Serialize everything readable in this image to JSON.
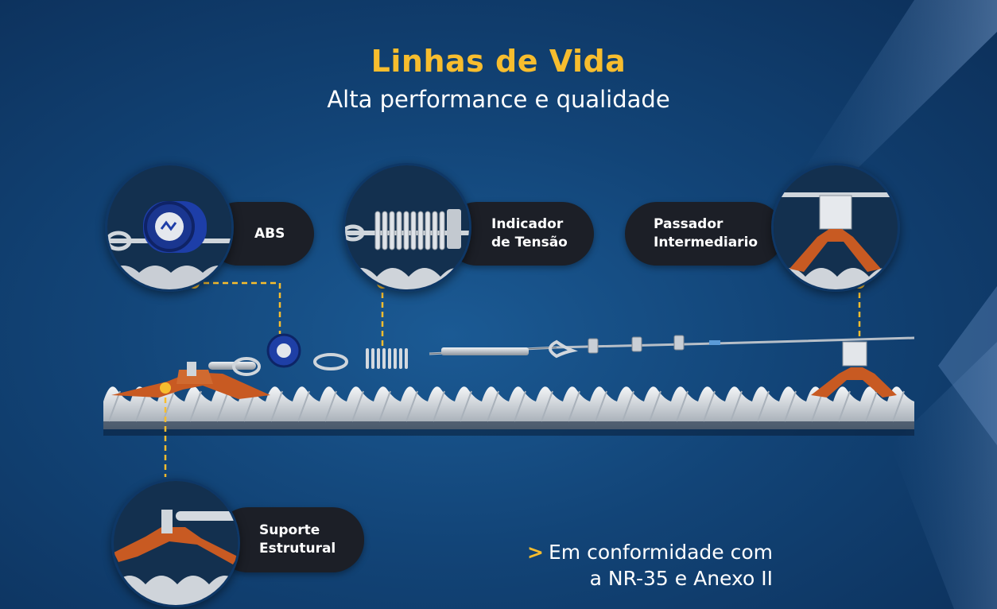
{
  "header": {
    "title": "Linhas de Vida",
    "subtitle": "Alta performance e qualidade"
  },
  "components": [
    {
      "id": "abs",
      "lines": [
        "ABS"
      ]
    },
    {
      "id": "indicador",
      "lines": [
        "Indicador",
        "de Tensão"
      ]
    },
    {
      "id": "passador",
      "lines": [
        "Passador",
        "Intermediario"
      ]
    },
    {
      "id": "suporte",
      "lines": [
        "Suporte",
        "Estrutural"
      ]
    }
  ],
  "footer": {
    "arrow": ">",
    "line1": "Em conformidade com",
    "line2": "a NR-35 e Anexo II"
  },
  "colors": {
    "background": "#124477",
    "title": "#f7bd2e",
    "connector": "#f7bd2e",
    "label_pill": "#1c1f27",
    "bracket": "#c85a22",
    "roof": "#d9dde2"
  }
}
